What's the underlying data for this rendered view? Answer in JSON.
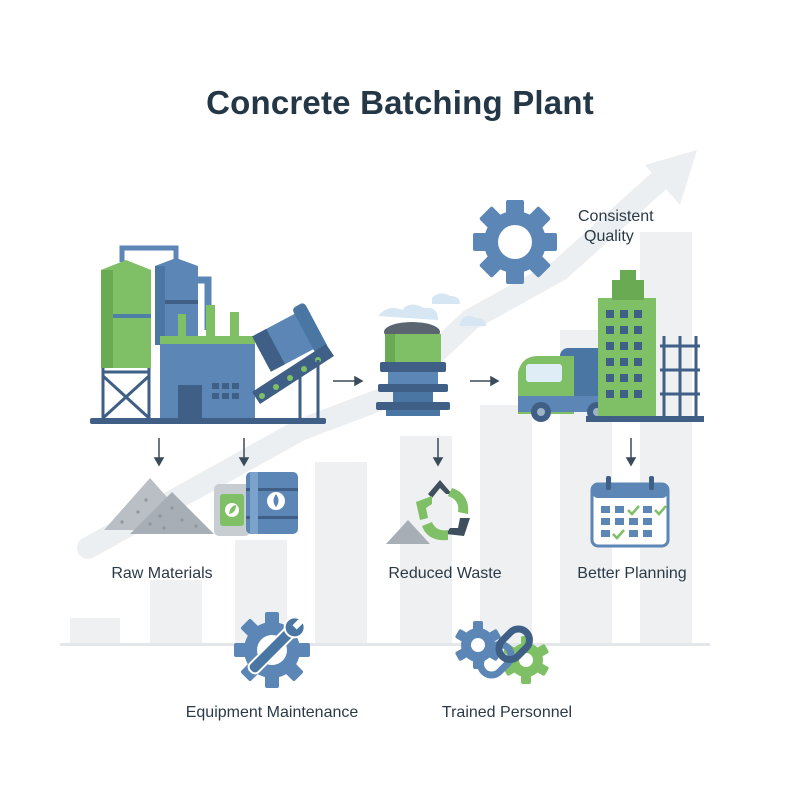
{
  "title": "Concrete Batching Plant",
  "labels": {
    "consistent_quality_line1": "Consistent",
    "consistent_quality_line2": "Quality",
    "raw_materials": "Raw Materials",
    "reduced_waste": "Reduced Waste",
    "better_planning": "Better Planning",
    "equipment_maintenance": "Equipment Maintenance",
    "trained_personnel": "Trained Personnel"
  },
  "colors": {
    "blue": "#5b86b5",
    "dark_blue": "#3f5f86",
    "green": "#7fbf65",
    "grey": "#b9bfc5",
    "light_grey": "#eef0f2",
    "text": "#2b3a47"
  },
  "icons": [
    "batching-plant-icon",
    "gear-icon",
    "mixer-hopper-icon",
    "mixer-truck-icon",
    "building-icon",
    "aggregate-piles-icon",
    "cement-bag-icon",
    "water-barrel-icon",
    "recycle-icon",
    "calendar-icon",
    "wrench-gear-icon",
    "chain-gears-icon",
    "growth-arrow-icon"
  ]
}
